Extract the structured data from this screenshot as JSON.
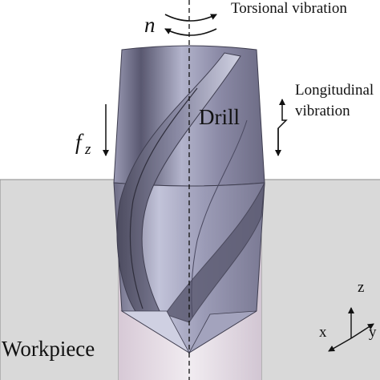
{
  "labels": {
    "rotation_symbol": "n",
    "torsional": "Torsional vibration",
    "longitudinal_line1": "Longitudinal",
    "longitudinal_line2": "vibration",
    "drill": "Drill",
    "feed_symbol": "f",
    "feed_subscript": "z",
    "workpiece": "Workpiece",
    "axis_z": "z",
    "axis_x": "x",
    "axis_y": "y"
  },
  "colors": {
    "workpiece_fill": "#d9d9d9",
    "workpiece_edge": "#8a8a8a",
    "drill_light": "#b4b5ce",
    "drill_mid": "#8a8aa6",
    "drill_dark": "#555468",
    "hole_fill": "#e6dde6",
    "text": "#111111"
  }
}
